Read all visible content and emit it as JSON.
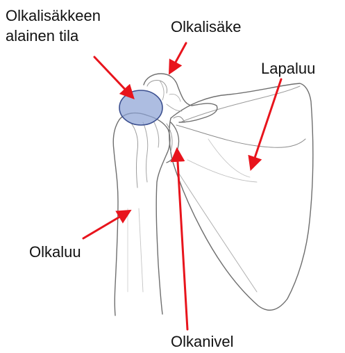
{
  "labels": {
    "subacromial_space_line1": "Olkalisäkkeen",
    "subacromial_space_line2": "alainen tila",
    "acromion": "Olkalisäke",
    "scapula": "Lapaluu",
    "humerus": "Olkaluu",
    "shoulder_joint": "Olkanivel"
  },
  "colors": {
    "arrow": "#e8141c",
    "text": "#111111",
    "bone_outline": "#6e6e6e",
    "bone_shade": "#cfcfcf",
    "highlight_fill": "#8ea3d6",
    "highlight_stroke": "#3b4f8f"
  }
}
